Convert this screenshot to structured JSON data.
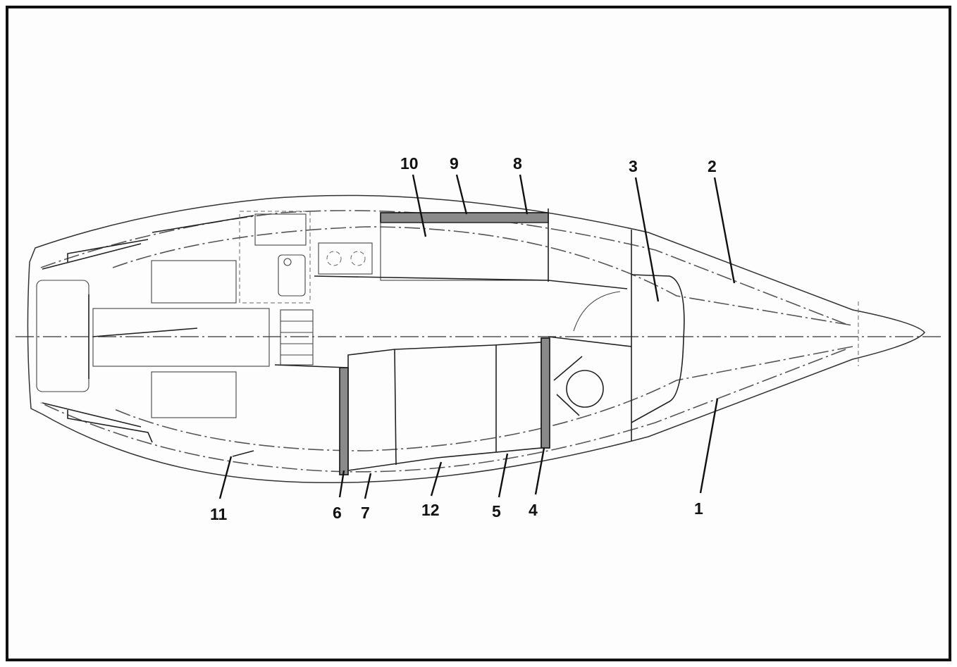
{
  "callouts": [
    {
      "id": "1",
      "text": "1"
    },
    {
      "id": "2",
      "text": "2"
    },
    {
      "id": "3",
      "text": "3"
    },
    {
      "id": "4",
      "text": "4"
    },
    {
      "id": "5",
      "text": "5"
    },
    {
      "id": "6",
      "text": "6"
    },
    {
      "id": "7",
      "text": "7"
    },
    {
      "id": "8",
      "text": "8"
    },
    {
      "id": "9",
      "text": "9"
    },
    {
      "id": "10",
      "text": "10"
    },
    {
      "id": "11",
      "text": "11"
    },
    {
      "id": "12",
      "text": "12"
    }
  ],
  "colors": {
    "ink": "#111111",
    "paper": "#fdfdfd",
    "shading": "#8a8a8a"
  }
}
